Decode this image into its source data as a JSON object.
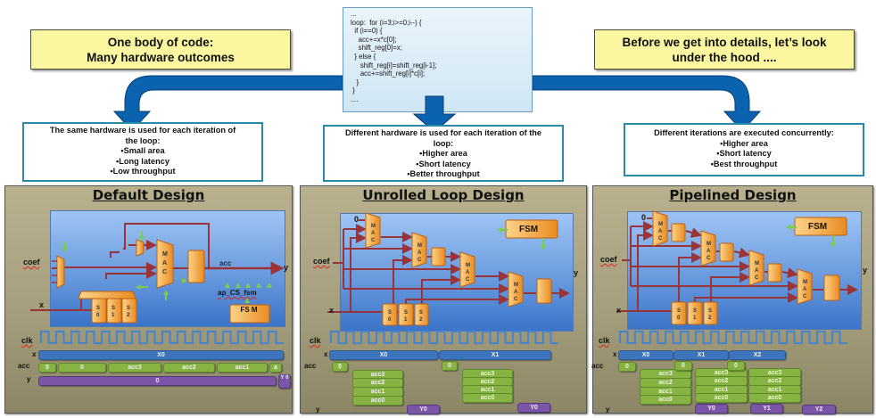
{
  "callouts": {
    "left": {
      "line1": "One body of code:",
      "line2": "Many hardware outcomes"
    },
    "right": {
      "line1": "Before we get into details, let’s look",
      "line2": "under the hood ...."
    }
  },
  "code_box": {
    "lines": [
      "...",
      "loop:  for (i=3;i>=0;i--) {",
      "  if (i==0) {",
      "    acc+=x*c[0];",
      "    shift_reg[0]=x;",
      "  } else {",
      "     shift_reg[i]=shift_reg[i-1];",
      "     acc+=shift_reg[i]*c[i];",
      "   }",
      " }",
      "...."
    ]
  },
  "descriptions": [
    {
      "title_line1": "The same hardware is used for each iteration of",
      "title_line2": "the loop:",
      "bullets": [
        "•Small area",
        "•Long latency",
        "•Low throughput"
      ]
    },
    {
      "title_line1": "Different hardware is used for each iteration of the",
      "title_line2": "loop:",
      "bullets": [
        "•Higher area",
        "•Short latency",
        "•Better throughput"
      ]
    },
    {
      "title_line1": "Different iterations are executed concurrently:",
      "title_line2": "",
      "bullets": [
        "•Higher area",
        "•Short latency",
        "•Best throughput"
      ]
    }
  ],
  "panels": [
    {
      "title": "Default Design",
      "labels": {
        "coef": "coef",
        "x": "x",
        "y": "y",
        "acc": "acc",
        "ap_cs_fsm": "ap_CS_fsm",
        "fsm": "FS M",
        "zero": "",
        "mac": "M A C",
        "s0": "S 0",
        "s1": "S 1",
        "s2": "S 2"
      },
      "timing": {
        "clk": "clk",
        "x_label": "x",
        "acc_label": "acc",
        "y_label": "y",
        "x_bars": [
          "X0"
        ],
        "acc_bars": [
          "0",
          "0",
          "acc3",
          "acc2",
          "acc1",
          "a"
        ],
        "y_bars": [
          "0",
          "Y 0"
        ]
      }
    },
    {
      "title": "Unrolled Loop Design",
      "labels": {
        "coef": "coef",
        "x": "x",
        "y": "y",
        "zero": "0",
        "fsm": "FSM",
        "mac": "M A C",
        "s0": "S 0",
        "s1": "S 1",
        "s2": "S 2"
      },
      "timing": {
        "clk": "clk",
        "x_label": "x",
        "acc_label": "acc",
        "y_label": "y",
        "x_bars": [
          "X0",
          "X1"
        ],
        "acc_groups": [
          {
            "start": "0",
            "stack": [
              "acc3",
              "acc2",
              "acc1",
              "acc0"
            ]
          },
          {
            "start": "0",
            "stack": [
              "acc3",
              "acc2",
              "acc1",
              "acc0"
            ]
          }
        ],
        "y_bars": [
          "Y0",
          "Y0"
        ]
      }
    },
    {
      "title": "Pipelined Design",
      "labels": {
        "coef": "coef",
        "x": "x",
        "y": "y",
        "zero": "0",
        "fsm": "FSM",
        "mac": "M A C",
        "s0": "S 0",
        "s1": "S 1",
        "s2": "S 2"
      },
      "timing": {
        "clk": "clk",
        "x_label": "x",
        "acc_label": "acc",
        "y_label": "y",
        "x_bars": [
          "X0",
          "X1",
          "X2"
        ],
        "acc_groups": [
          {
            "start": "0",
            "stack": [
              "acc3",
              "acc2",
              "acc1",
              "acc0"
            ]
          },
          {
            "start": "0",
            "stack": [
              "acc3",
              "acc2",
              "acc1",
              "acc0"
            ]
          },
          {
            "start": "0",
            "stack": [
              "acc3",
              "acc2",
              "acc1",
              "acc0"
            ]
          }
        ],
        "y_bars": [
          "Y0",
          "Y1",
          "Y2"
        ]
      }
    }
  ],
  "colors": {
    "arrow": "#0b63b0",
    "callout_bg": "#fbf7a0",
    "desc_border": "#2a8aa8",
    "wire": "#9b3438",
    "block": "#f5a640",
    "clk": "#4a84c9",
    "x_bar": "#3d74bc",
    "acc_bar": "#86b341",
    "y_bar": "#7a55a8",
    "control_arrow": "#7ccc4a"
  }
}
